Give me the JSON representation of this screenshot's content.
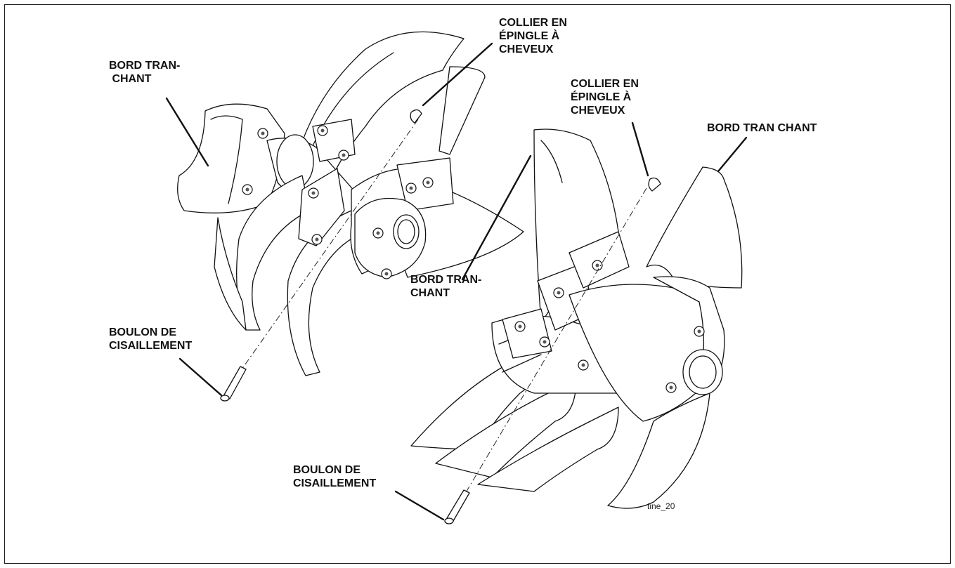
{
  "labels": {
    "cutting_edge_top_left": "BORD TRAN-\n CHANT",
    "hairpin_top_left": "COLLIER EN\nÉPINGLE À\nCHEVEUX",
    "hairpin_top_right": "COLLIER EN\nÉPINGLE À\nCHEVEUX",
    "cutting_edge_right": "BORD TRAN CHANT",
    "cutting_edge_center": "BORD TRAN-\nCHANT",
    "shear_bolt_left": "BOULON DE\nCISAILLEMENT",
    "shear_bolt_bottom": "BOULON DE\nCISAILLEMENT"
  },
  "figure_id": "tine_20"
}
